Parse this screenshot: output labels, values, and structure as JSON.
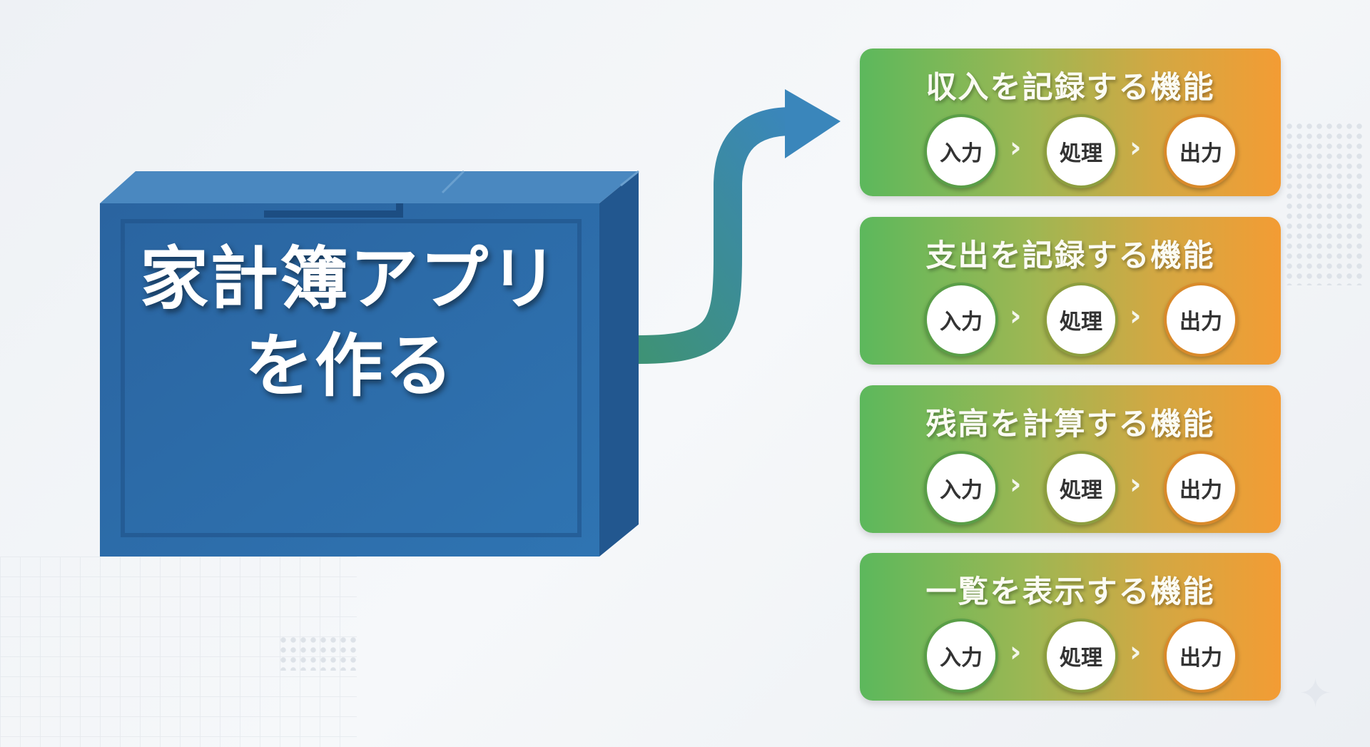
{
  "main": {
    "title_line1": "家計簿アプリ",
    "title_line2": "を作る"
  },
  "features": [
    {
      "title": "収入を記録する機能",
      "steps": [
        "入力",
        "処理",
        "出力"
      ]
    },
    {
      "title": "支出を記録する機能",
      "steps": [
        "入力",
        "処理",
        "出力"
      ]
    },
    {
      "title": "残高を計算する機能",
      "steps": [
        "入力",
        "処理",
        "出力"
      ]
    },
    {
      "title": "一覧を表示する機能",
      "steps": [
        "入力",
        "処理",
        "出力"
      ]
    }
  ],
  "colors": {
    "box": "#2e6da8",
    "arrow": "#3c8f9a",
    "card_start": "#5cb85c",
    "card_end": "#f39c34"
  }
}
